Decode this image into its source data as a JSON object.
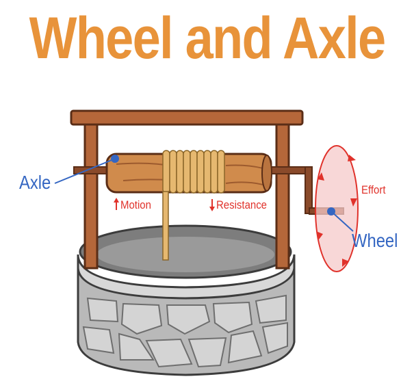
{
  "title": "Wheel and Axle",
  "labels": {
    "axle": "Axle",
    "wheel": "Wheel",
    "motion": "Motion",
    "resistance": "Resistance",
    "effort": "Effort"
  },
  "colors": {
    "title": "#e8933a",
    "label_blue": "#3466c2",
    "label_red": "#e0322b",
    "wood": "#b7683a",
    "wood_dark": "#7a3f22",
    "log": "#d18a4c",
    "rope": "#e6b870",
    "stone": "#c9c9c9",
    "stone_dark": "#8d8d8d",
    "wheel_fill": "#f5c6c6"
  }
}
